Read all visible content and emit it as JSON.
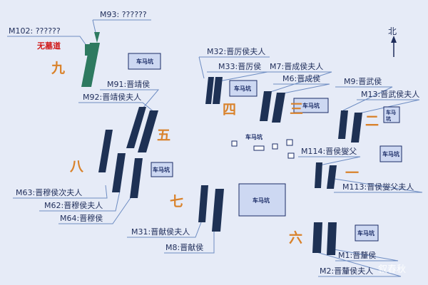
{
  "north": "北",
  "unnamed_tomb": "无墓道",
  "watermark": "叙春秋",
  "colors": {
    "background": "#e6ebf7",
    "tomb": "#1e3154",
    "green_tomb": "#2e7a60",
    "group_number": "#d9822b",
    "label": "#1f2d5a",
    "leader": "#6d8cc2",
    "chariot_pit": "#cdd8f2"
  },
  "groups": [
    "一",
    "二",
    "三",
    "四",
    "五",
    "六",
    "七",
    "八",
    "九"
  ],
  "chariot_pits": [
    "车马坑",
    "车马坑",
    "车马坑",
    "车马坑",
    "车马坑",
    "车马坑",
    "车马坑",
    "车马坑",
    "车马坑"
  ],
  "tombs": {
    "m102": "M102: ??????",
    "m93": "M93: ??????",
    "m32": "M32:晋厉侯夫人",
    "m33": "M33:晋厉侯",
    "m7": "M7:晋成侯夫人",
    "m6": "M6:晋成侯",
    "m9": "M9:晋武侯",
    "m13": "M13:晋武侯夫人",
    "m91": "M91:晋靖侯",
    "m92": "M92:晋靖侯夫人",
    "m114": "M114:晋侯燮父",
    "m113": "M113:晋侯燮父夫人",
    "m63": "M63:晋穆侯次夫人",
    "m62": "M62:晋穆侯夫人",
    "m64": "M64:晋穆侯",
    "m31": "M31:晋献侯夫人",
    "m8": "M8:晋献侯",
    "m1": "M1:晋釐侯",
    "m2": "M2:晋釐侯夫人"
  }
}
